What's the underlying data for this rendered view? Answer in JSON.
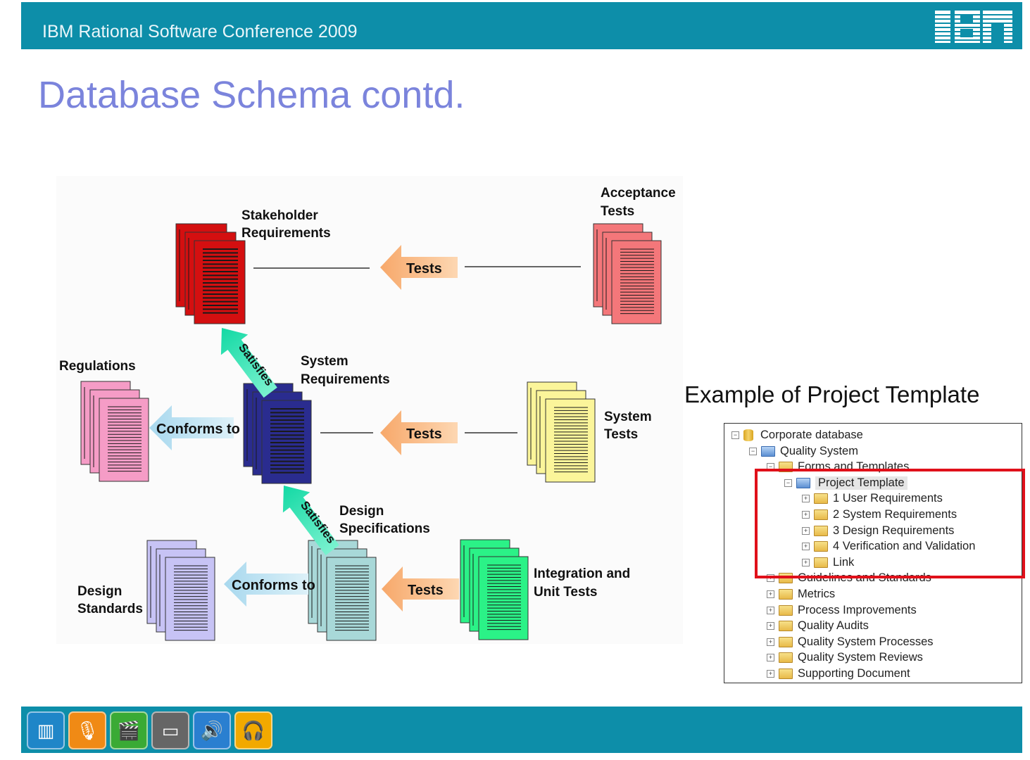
{
  "header": {
    "title": "IBM Rational Software Conference 2009",
    "logo_text": "IBM"
  },
  "slide": {
    "title": "Database Schema contd."
  },
  "diagram": {
    "nodes": {
      "stakeholder": {
        "line1": "Stakeholder",
        "line2": "Requirements",
        "color": "#d40f10"
      },
      "acceptance": {
        "line1": "Acceptance",
        "line2": "Tests",
        "color": "#f4777a"
      },
      "regulations": {
        "line1": "Regulations",
        "color": "#f59cc6"
      },
      "system_req": {
        "line1": "System",
        "line2": "Requirements",
        "color": "#2a2c8f"
      },
      "system_tests": {
        "line1": "System",
        "line2": "Tests",
        "color": "#fbf59a"
      },
      "design_spec": {
        "line1": "Design",
        "line2": "Specifications",
        "color": "#a8d8d8"
      },
      "design_std": {
        "line1": "Design",
        "line2": "Standards",
        "color": "#c7c3f5"
      },
      "integration": {
        "line1": "Integration and",
        "line2": "Unit Tests",
        "color": "#2bf287"
      }
    },
    "arrows": {
      "tests_top": "Tests",
      "tests_mid": "Tests",
      "tests_bottom": "Tests",
      "conforms_mid": "Conforms to",
      "conforms_bottom": "Conforms to",
      "satisfies_upper": "Satisfies",
      "satisfies_lower": "Satisfies"
    }
  },
  "example": {
    "title": "Example of Project Template",
    "tree": [
      {
        "label": "Corporate database",
        "indent": 0,
        "icon": "database-icon",
        "pm": "−"
      },
      {
        "label": "Quality System",
        "indent": 1,
        "icon": "folder-icon",
        "pm": "−",
        "blue": true
      },
      {
        "label": "Forms and Templates",
        "indent": 2,
        "icon": "folder-icon",
        "pm": "−"
      },
      {
        "label": "Project Template",
        "indent": 3,
        "icon": "folder-open-icon",
        "pm": "−",
        "selected": true,
        "blue": true
      },
      {
        "label": "1 User Requirements",
        "indent": 4,
        "icon": "folder-icon",
        "pm": "+"
      },
      {
        "label": "2  System Requirements",
        "indent": 4,
        "icon": "folder-icon",
        "pm": "+"
      },
      {
        "label": "3 Design Requirements",
        "indent": 4,
        "icon": "folder-icon",
        "pm": "+"
      },
      {
        "label": "4 Verification and Validation",
        "indent": 4,
        "icon": "folder-icon",
        "pm": "+"
      },
      {
        "label": "Link",
        "indent": 4,
        "icon": "folder-icon",
        "pm": "+"
      },
      {
        "label": "Guidelines and Standards",
        "indent": 2,
        "icon": "folder-icon",
        "pm": "+"
      },
      {
        "label": "Metrics",
        "indent": 2,
        "icon": "folder-icon",
        "pm": "+"
      },
      {
        "label": "Process Improvements",
        "indent": 2,
        "icon": "folder-icon",
        "pm": "+"
      },
      {
        "label": "Quality Audits",
        "indent": 2,
        "icon": "folder-icon",
        "pm": "+"
      },
      {
        "label": "Quality System Processes",
        "indent": 2,
        "icon": "folder-icon",
        "pm": "+"
      },
      {
        "label": "Quality System Reviews",
        "indent": 2,
        "icon": "folder-icon",
        "pm": "+"
      },
      {
        "label": "Supporting Document",
        "indent": 2,
        "icon": "folder-icon",
        "pm": "+"
      }
    ]
  },
  "footer": {
    "buttons": [
      {
        "icon": "chart-icon",
        "color": "#1f86c8"
      },
      {
        "icon": "microphone-icon",
        "color": "#f08a15"
      },
      {
        "icon": "clapperboard-icon",
        "color": "#3aaa35"
      },
      {
        "icon": "projector-icon",
        "color": "#666666"
      },
      {
        "icon": "speaker-icon",
        "color": "#2a7fd0"
      },
      {
        "icon": "headphones-icon",
        "color": "#f2a900"
      }
    ]
  }
}
